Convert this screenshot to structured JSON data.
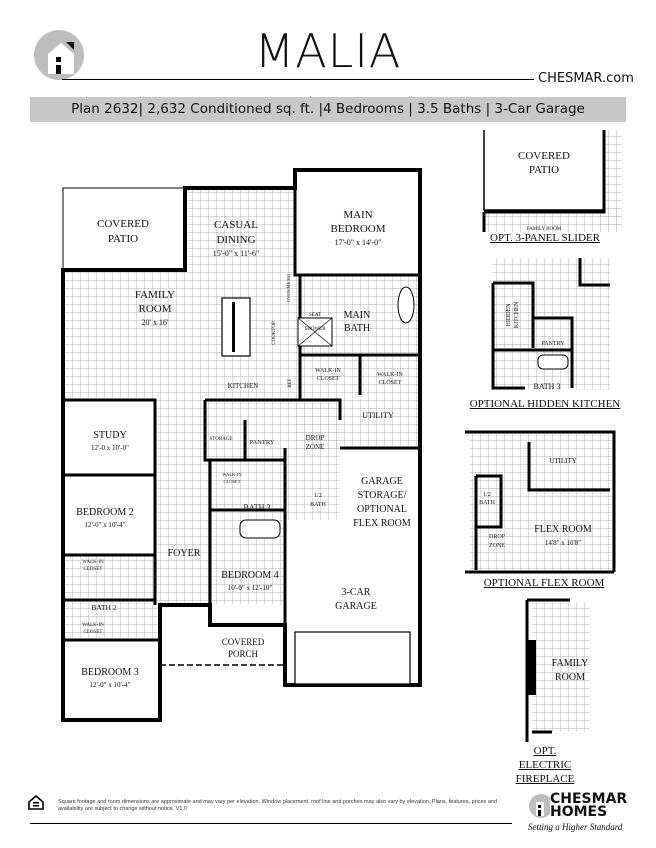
{
  "header": {
    "title": "MALIA",
    "website": "CHESMAR.com",
    "summary": "Plan 2632| 2,632 Conditioned sq. ft. |4 Bedrooms | 3.5 Baths | 3-Car Garage"
  },
  "rooms": {
    "covered_patio": [
      "COVERED",
      "PATIO"
    ],
    "casual_dining": [
      "CASUAL",
      "DINING",
      "15'-0\" x 11'-6\""
    ],
    "main_bedroom": [
      "MAIN",
      "BEDROOM",
      "17'-0\" x 14'-0\""
    ],
    "family_room": [
      "FAMILY",
      "ROOM",
      "20' x 16'"
    ],
    "main_bath": [
      "MAIN",
      "BATH"
    ],
    "seat_shower": [
      "SEAT",
      "SHOWER"
    ],
    "kitchen": "KITCHEN",
    "cooktop": "COOKTOP",
    "oven_micro": "OVEN/MICRO",
    "ref": "REF",
    "walk_in_closet_1": [
      "WALK-IN",
      "CLOSET"
    ],
    "walk_in_closet_2": [
      "WALK-IN",
      "CLOSET"
    ],
    "utility": "UTILITY",
    "study": [
      "STUDY",
      "12'-0 x 10'-0\""
    ],
    "storage": "STORAGE",
    "pantry": "PANTRY",
    "drop_zone": [
      "DROP",
      "ZONE"
    ],
    "garage_storage": [
      "GARAGE",
      "STORAGE/",
      "OPTIONAL",
      "FLEX ROOM"
    ],
    "bedroom_2": [
      "BEDROOM 2",
      "12'-0\" x 10'-4\""
    ],
    "walk_in_closet_3": [
      "WALK-IN",
      "CLOSET"
    ],
    "bath_3": "BATH 3",
    "half_bath": [
      "1/2",
      "BATH"
    ],
    "foyer": "FOYER",
    "bedroom_4": [
      "BEDROOM 4",
      "10'-0\" x 12'-10\""
    ],
    "walk_in_closet_b2": [
      "WALK-IN",
      "CLOSET"
    ],
    "bath_2": "BATH 2",
    "walk_in_closet_b3": [
      "WALK-IN",
      "CLOSET"
    ],
    "garage": [
      "3-CAR",
      "GARAGE"
    ],
    "covered_porch": [
      "COVERED",
      "PORCH"
    ],
    "bedroom_3": [
      "BEDROOM 3",
      "12'-0\" x 10'-4\""
    ]
  },
  "options": {
    "slider": {
      "rooms": [
        "COVERED",
        "PATIO"
      ],
      "sub": "FAMILY ROOM",
      "caption": "OPT. 3-PANEL SLIDER"
    },
    "hidden_kitchen": {
      "hidden": [
        "HIDDEN",
        "KITCHEN"
      ],
      "pantry": "PANTRY",
      "bath": "BATH 3",
      "caption": "OPTIONAL HIDDEN KITCHEN"
    },
    "flex_room": {
      "utility": "UTILITY",
      "half_bath": [
        "1/2",
        "BATH"
      ],
      "drop": [
        "DROP",
        "ZONE"
      ],
      "flex": [
        "FLEX ROOM",
        "14'8\" x 10'8\""
      ],
      "caption": "OPTIONAL FLEX ROOM"
    },
    "fireplace": {
      "room": [
        "FAMILY",
        "ROOM"
      ],
      "caption": [
        "OPT.",
        "ELECTRIC",
        "FIREPLACE"
      ]
    }
  },
  "footer": {
    "disclaimer": "Square footage and room dimensions are approximate and may vary per elevation. Window placement, roof line and porches may also vary by elevation. Plans, features, prices and availability are subject to change without notice. V1.0",
    "brand": [
      "CHESMAR",
      "HOMES"
    ],
    "tagline": "Setting a Higher Standard",
    "equal_housing_icon": "equal-housing-icon"
  },
  "colors": {
    "header_bar": "#c8c8c8",
    "logo_gray": "#bdbdbd",
    "grid": "#9a9a9a"
  }
}
